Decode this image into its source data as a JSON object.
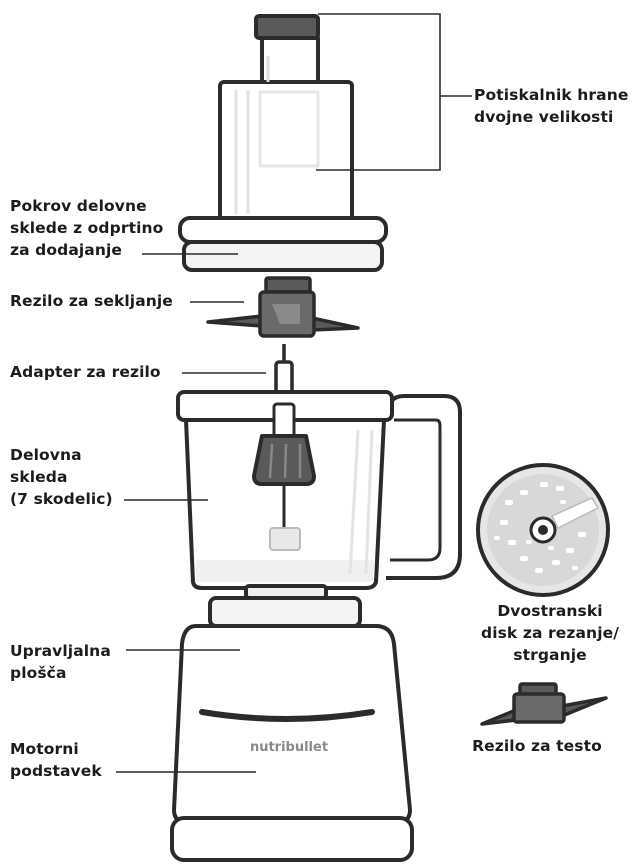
{
  "colors": {
    "outline": "#2b2b2b",
    "dark_part": "#555555",
    "light_fill": "#f2f2f2",
    "text": "#1c1c1c"
  },
  "brand": "nutribullet",
  "labels": {
    "pusher": "Potiskalnik hrane\ndvojne velikosti",
    "lid": "Pokrov delovne\nsklede z odprtino\nza dodajanje",
    "chopping_blade": "Rezilo za sekljanje",
    "blade_adapter": "Adapter za rezilo",
    "bowl": "Delovna\nskleda\n(7 skodelic)",
    "disc": "Dvostranski\ndisk za rezanje/\nstrganje",
    "control_panel": "Upravljalna\nplošča",
    "dough_blade": "Rezilo za testo",
    "motor_base": "Motorni\npodstavek"
  }
}
